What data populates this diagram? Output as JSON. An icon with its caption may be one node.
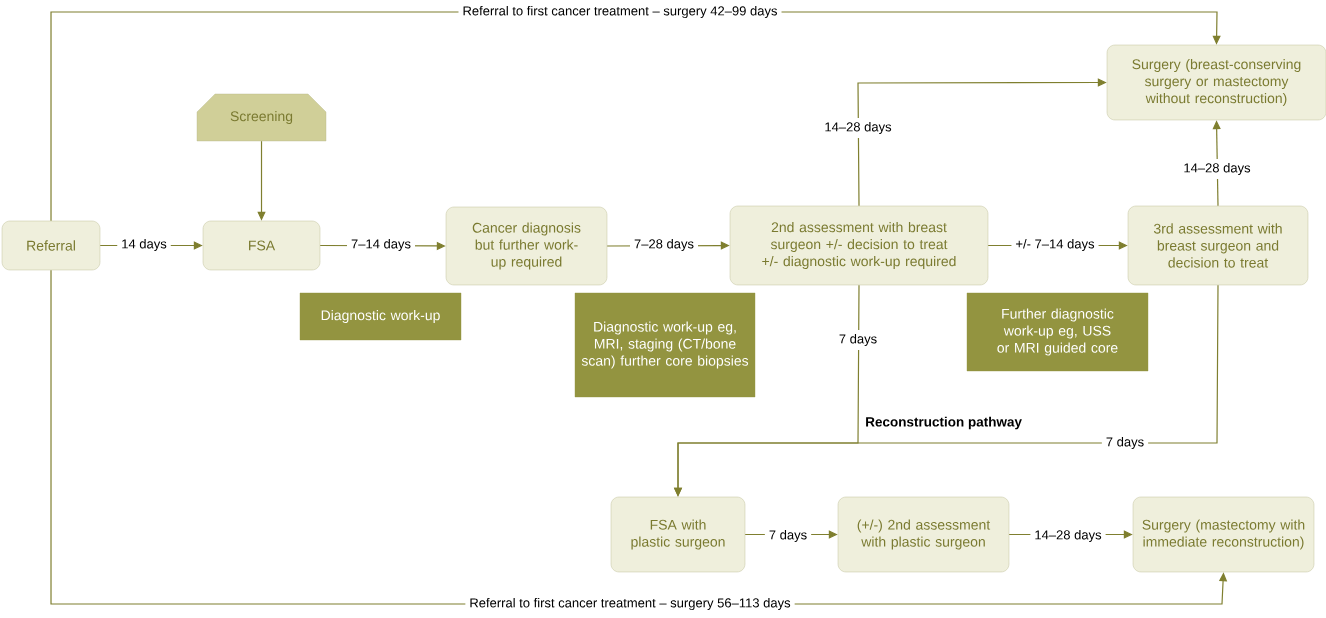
{
  "diagram": {
    "nodes": [
      {
        "text": [
          "Referral"
        ]
      },
      {
        "text": [
          "Screening"
        ]
      },
      {
        "text": [
          "FSA"
        ]
      },
      {
        "text": [
          "Cancer diagnosis but further work-up required"
        ]
      },
      {
        "text": [
          "2nd assessment with breast surgeon +/- decision to treat +/- diagnostic work-up required"
        ]
      },
      {
        "text": [
          "3rd assessment with breast surgeon and decision to treat"
        ]
      },
      {
        "text": [
          "Surgery (breast-conserving surgery or mastectomy without reconstruction)"
        ]
      },
      {
        "text": [
          "Diagnostic work-up"
        ]
      },
      {
        "text": [
          "Diagnostic work-up eg, MRI, staging (CT/bone scan) further core biopsies"
        ]
      },
      {
        "text": [
          "Further diagnostic work-up eg, USS or MRI guided core"
        ]
      },
      {
        "text": [
          "FSA with plastic surgeon"
        ]
      },
      {
        "text": [
          "(+/-) 2nd assessment with plastic surgeon"
        ]
      },
      {
        "text": [
          "Surgery (mastectomy with immediate reconstruction)"
        ]
      }
    ],
    "edges": [
      {
        "from": 0,
        "to": 2,
        "arrow": "to",
        "label": "14 days"
      },
      {
        "from": 1,
        "to": 2,
        "arrow": "to"
      },
      {
        "from": 2,
        "to": 3,
        "arrow": "to",
        "label": "7–14 days"
      },
      {
        "from": 3,
        "to": 4,
        "arrow": "to",
        "label": "7–28 days"
      },
      {
        "from": 4,
        "to": 5,
        "arrow": "to",
        "label": "+/- 7–14 days"
      },
      {
        "from": 4,
        "to": 6,
        "arrow": "to",
        "label": "14–28 days"
      },
      {
        "from": 5,
        "to": 6,
        "arrow": "to",
        "label": "14–28 days"
      },
      {
        "from": 0,
        "to": 6,
        "arrow": "to",
        "label": "Referral to first cancer treatment – surgery 42–99 days"
      },
      {
        "from": 4,
        "to": 10,
        "arrow": "to",
        "label": "7 days"
      },
      {
        "from": 5,
        "to": 10,
        "arrow": "to",
        "label": "7 days"
      },
      {
        "from": 10,
        "to": 11,
        "arrow": "to",
        "label": "7 days"
      },
      {
        "from": 11,
        "to": 12,
        "arrow": "to",
        "label": "14–28 days"
      },
      {
        "from": 0,
        "to": 12,
        "arrow": "to",
        "label": "Referral to first cancer treatment – surgery 56–113 days"
      }
    ],
    "labels": [
      "Reconstruction pathway"
    ]
  }
}
